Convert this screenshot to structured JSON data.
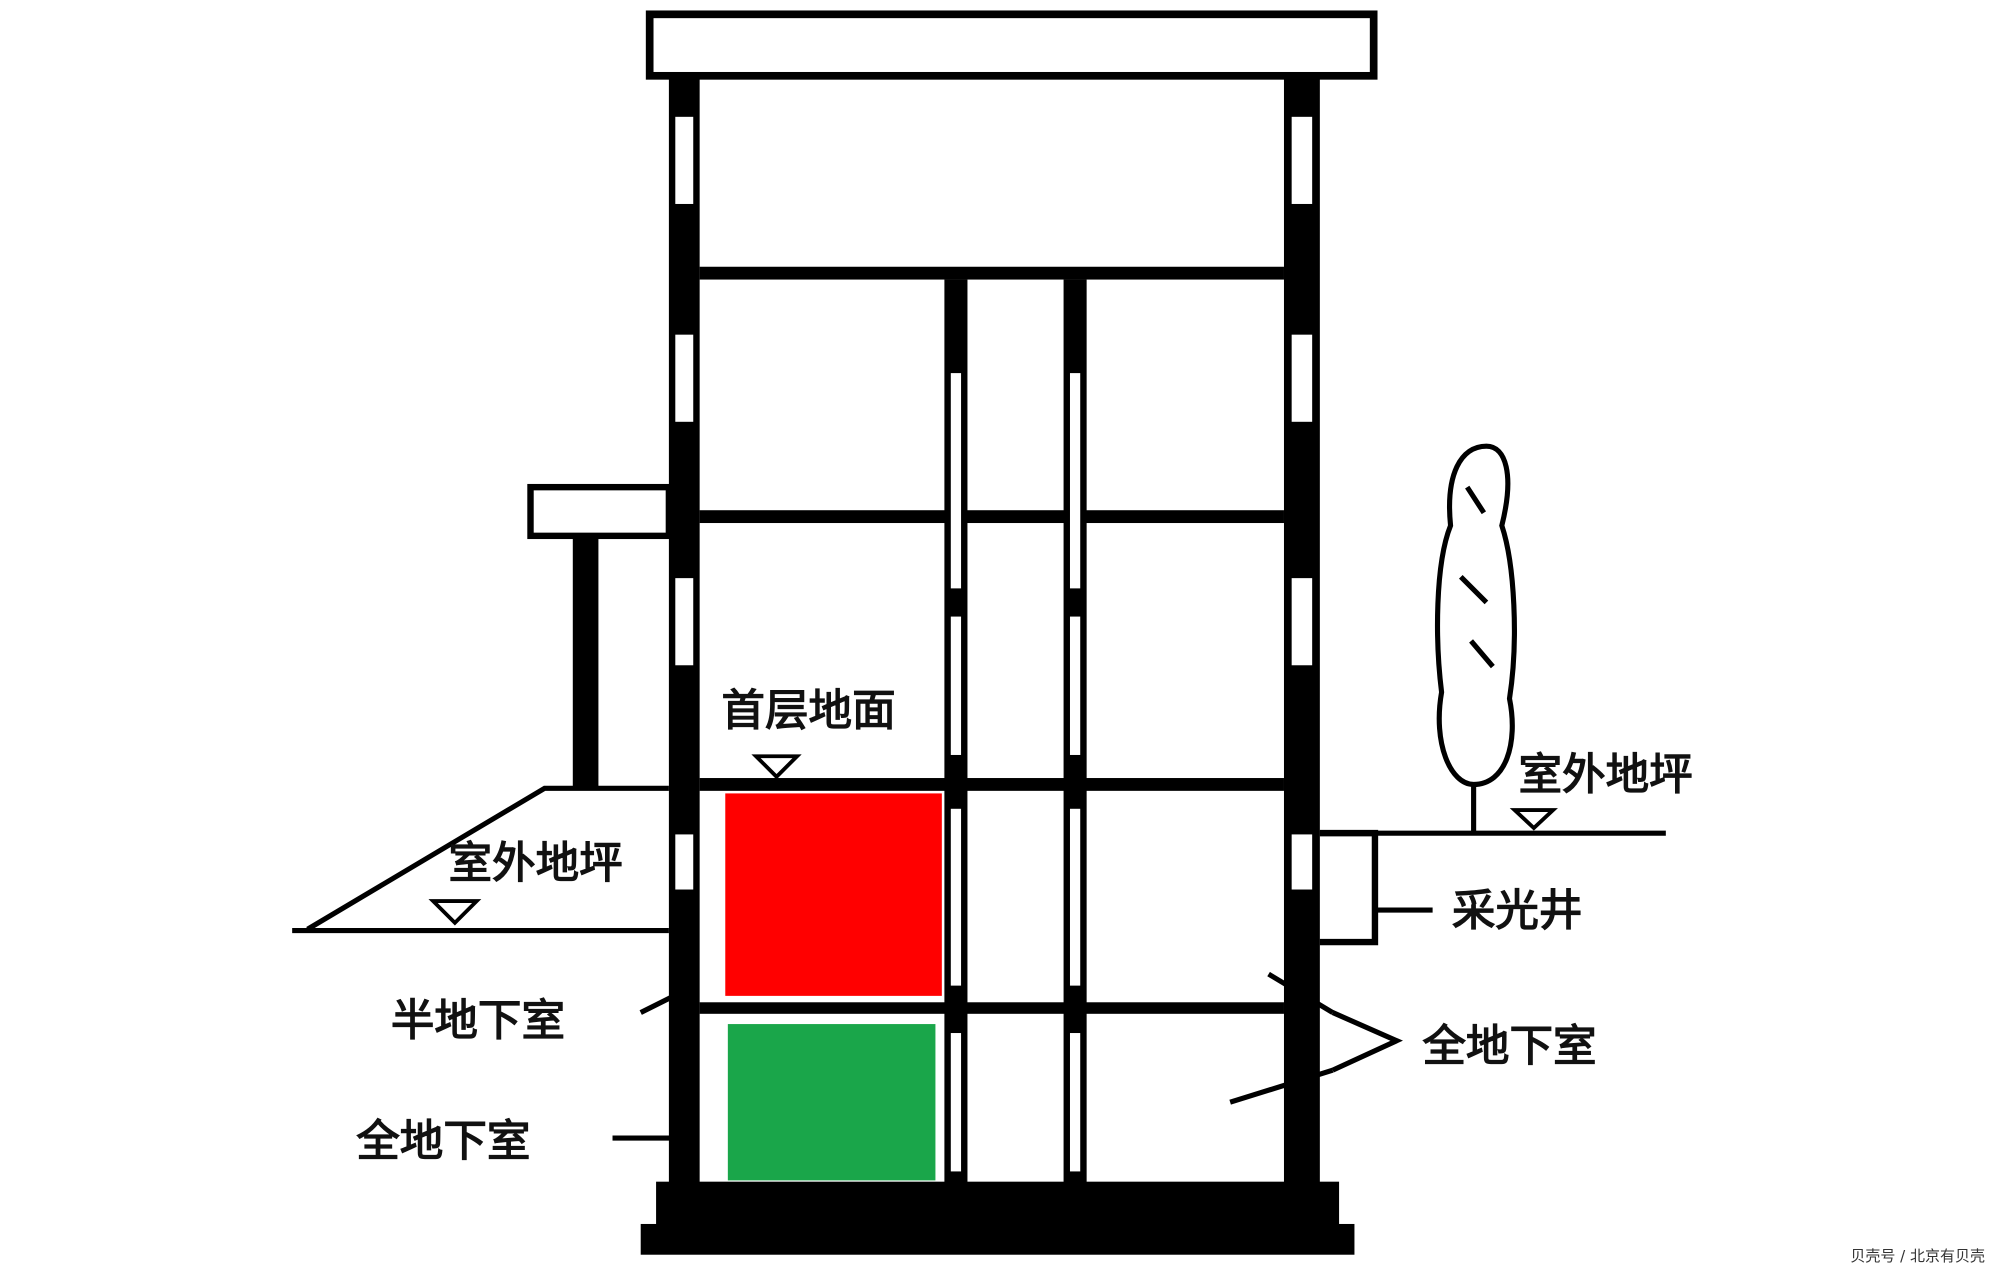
{
  "labels": {
    "first_floor": "首层地面",
    "outdoor_ground_left": "室外地坪",
    "outdoor_ground_right": "室外地坪",
    "light_well": "采光井",
    "semi_basement": "半地下室",
    "full_basement_right": "全地下室",
    "full_basement_left": "全地下室"
  },
  "highlight_colors": {
    "semi_basement": "#ff0000",
    "full_basement": "#1aa64a"
  },
  "watermark": "贝壳号 / 北京有贝壳"
}
